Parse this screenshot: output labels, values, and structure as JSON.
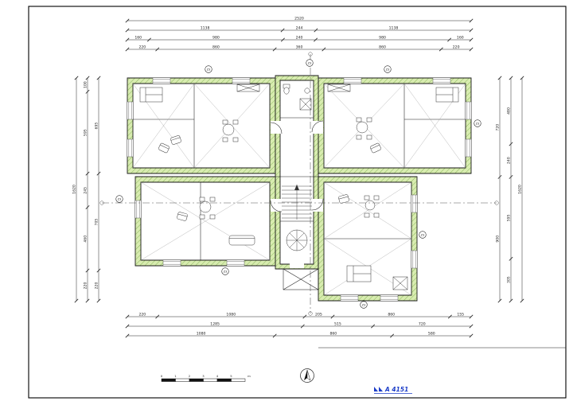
{
  "colors": {
    "paper": "#ffffff",
    "line": "#1a1a1a",
    "wall_fill": "#d8ecb0",
    "wall_hatch": "#8cb85e",
    "dim": "#222222",
    "centerline": "#555555",
    "logo_blue": "#1d3ec8"
  },
  "dims": {
    "top": [
      [
        "2520"
      ],
      [
        "1138",
        "244",
        "1138"
      ],
      [
        "160",
        "980",
        "240",
        "980",
        "160"
      ],
      [
        "220",
        "860",
        "360",
        "860",
        "220"
      ]
    ],
    "bottom": [
      [
        "220",
        "1080",
        "205",
        "860",
        "155"
      ],
      [
        "1285",
        "515",
        "720"
      ],
      [
        "1080",
        "860",
        "580"
      ]
    ],
    "left": [
      [
        "1620"
      ],
      [
        "100",
        "595",
        "245",
        "460",
        "220"
      ],
      [
        "695",
        "705",
        "220"
      ]
    ],
    "right": [
      [
        "1620"
      ],
      [
        "480",
        "240",
        "595",
        "305"
      ],
      [
        "720",
        "900"
      ]
    ]
  },
  "markers": {
    "label": "Z3"
  },
  "scalebar": {
    "labels": [
      "0",
      "1",
      "2",
      "3",
      "4",
      "5"
    ],
    "unit": "m"
  },
  "titleblock": {
    "logo": "A 4151"
  }
}
